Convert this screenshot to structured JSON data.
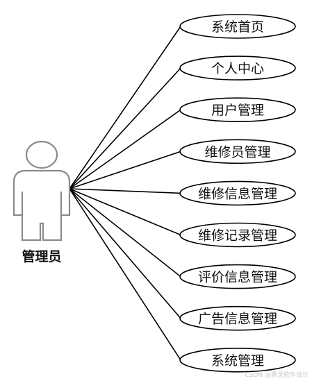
{
  "actor": {
    "name": "管理员"
  },
  "use_cases": [
    {
      "label": "系统首页"
    },
    {
      "label": "个人中心"
    },
    {
      "label": "用户管理"
    },
    {
      "label": "维修员管理"
    },
    {
      "label": "维修信息管理"
    },
    {
      "label": "维修记录管理"
    },
    {
      "label": "评价信息管理"
    },
    {
      "label": "广告信息管理"
    },
    {
      "label": "系统管理"
    }
  ],
  "watermark": "CSDN @黑灵软件设计",
  "colors": {
    "stroke": "#000000",
    "actor_fill": "#ffffff",
    "actor_stroke": "#8a8a8a"
  }
}
